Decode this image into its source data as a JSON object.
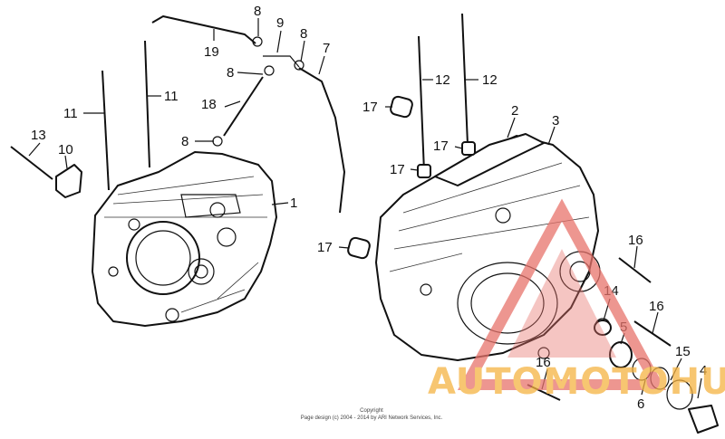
{
  "diagram": {
    "callouts": {
      "c1": "1",
      "c2": "2",
      "c3": "3",
      "c4": "4",
      "c5": "5",
      "c6": "6",
      "c7": "7",
      "c8a": "8",
      "c8b": "8",
      "c8c": "8",
      "c8d": "8",
      "c9": "9",
      "c10": "10",
      "c11a": "11",
      "c11b": "11",
      "c12a": "12",
      "c12b": "12",
      "c13": "13",
      "c14": "14",
      "c15": "15",
      "c16a": "16",
      "c16b": "16",
      "c16c": "16",
      "c17a": "17",
      "c17b": "17",
      "c17c": "17",
      "c17d": "17",
      "c18": "18",
      "c19": "19"
    },
    "copyright": {
      "line1": "Copyright",
      "line2": "Page design (c) 2004 - 2014 by ARI Network Services, Inc."
    },
    "watermark": {
      "brand": "AUTOMOTOHUB",
      "colors": {
        "triangle": "#e8736b",
        "text": "#f5b342"
      }
    }
  }
}
